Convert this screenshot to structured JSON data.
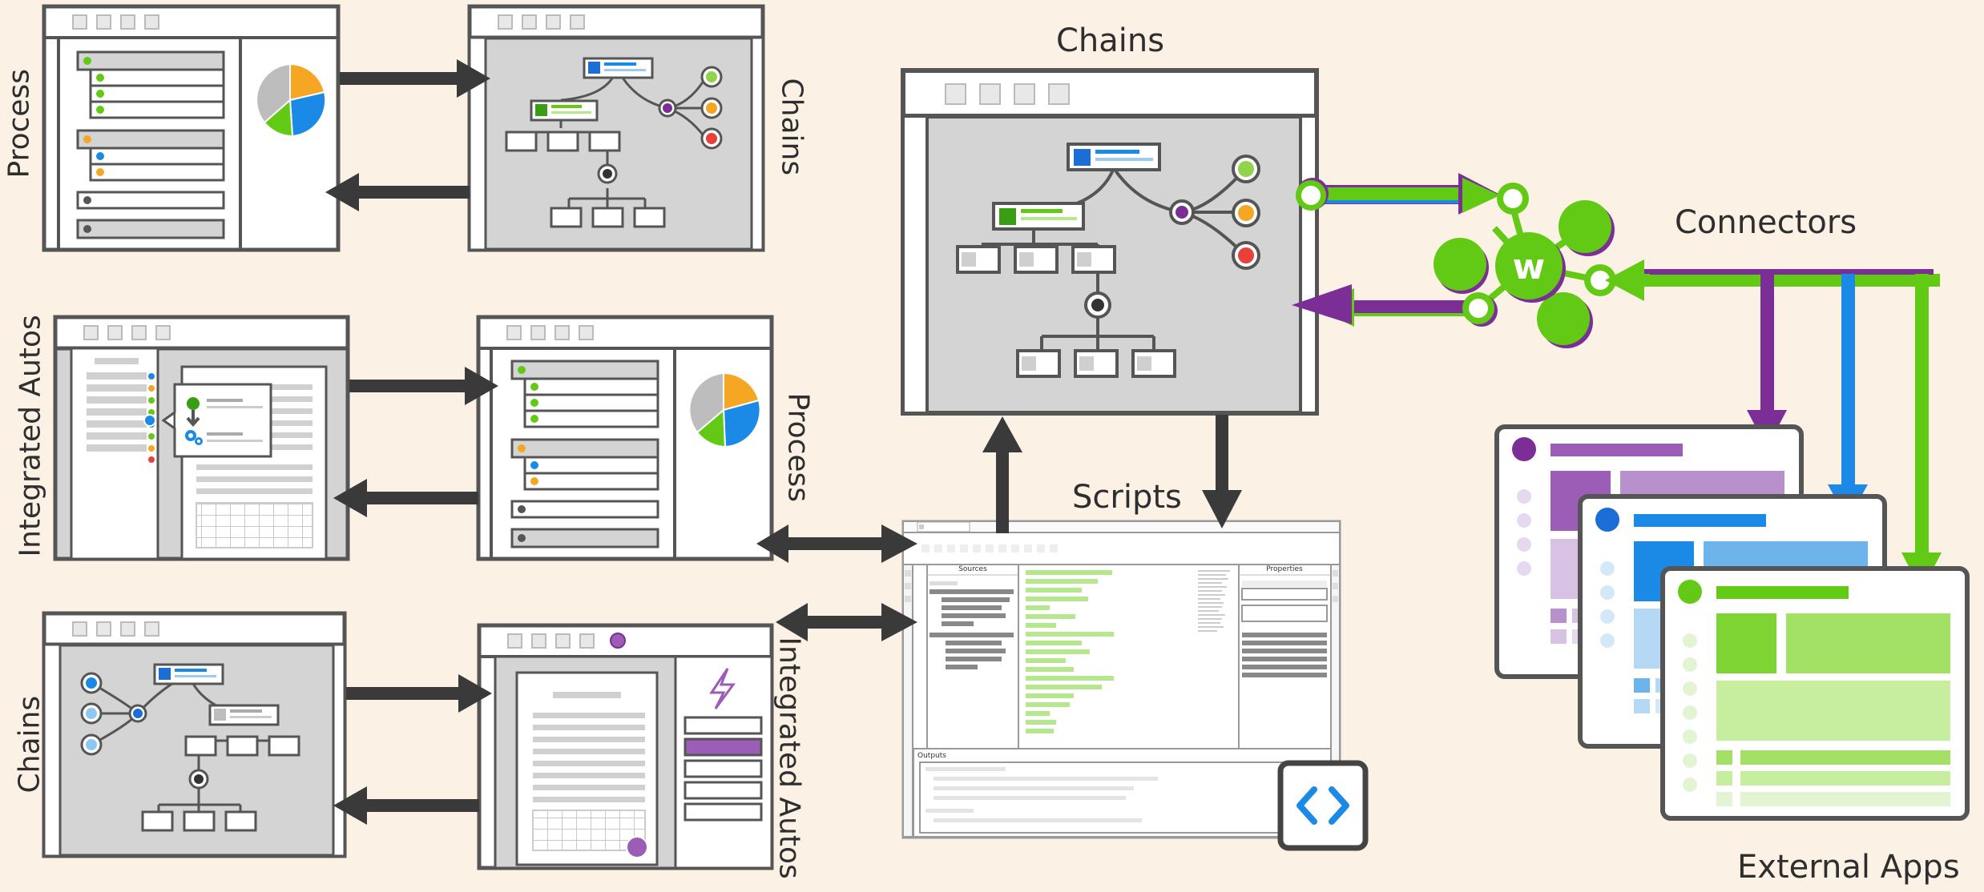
{
  "labels": {
    "process": "Process",
    "chains": "Chains",
    "integrated_autos": "Integrated Autos",
    "scripts": "Scripts",
    "connectors": "Connectors",
    "external_apps": "External Apps"
  },
  "scripts_window": {
    "sources_header": "Sources",
    "properties_header": "Properties",
    "outputs_header": "Outputs"
  },
  "logo_glyph": "w",
  "colors": {
    "background": "#fbf1e4",
    "frame": "#555555",
    "arrow": "#3a3a3a",
    "green": "#62c914",
    "purple": "#7a2e96",
    "blue": "#1a8ae6",
    "orange": "#f5a623",
    "red": "#e8413a",
    "gray_panel": "#d4d4d4"
  },
  "icons": [
    "code-brackets-icon",
    "lightning-icon",
    "gear-icon",
    "connector-hub-icon",
    "window-control-icons"
  ]
}
